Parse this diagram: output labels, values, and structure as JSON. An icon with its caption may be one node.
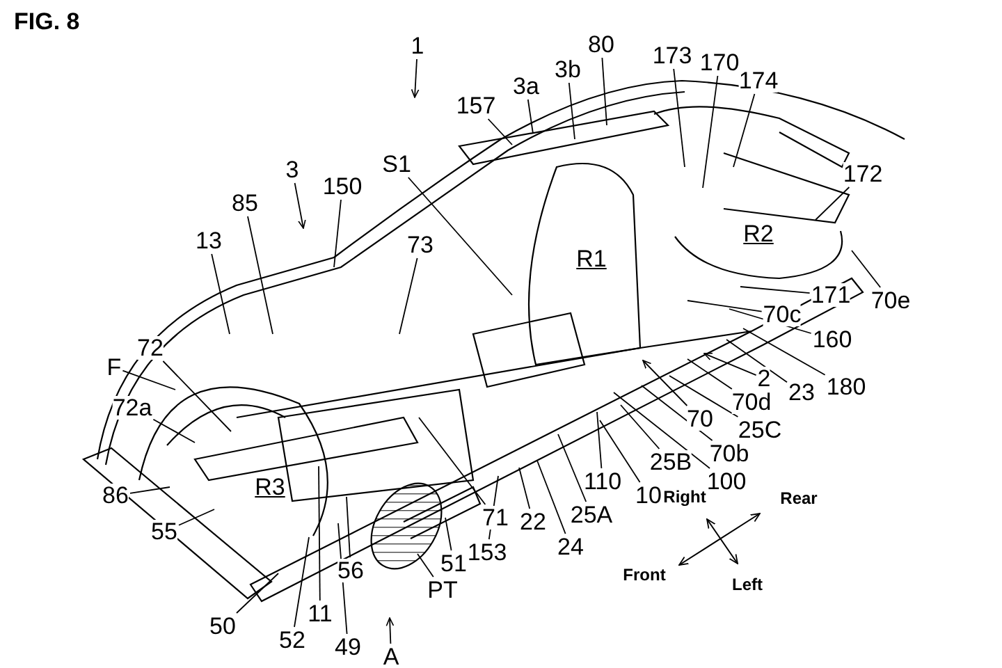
{
  "diagram": {
    "title": "FIG. 8",
    "nodes": [
      {
        "text": [
          "1"
        ]
      },
      {
        "text": [
          "157"
        ]
      },
      {
        "text": [
          "3a"
        ]
      },
      {
        "text": [
          "3b"
        ]
      },
      {
        "text": [
          "80"
        ]
      },
      {
        "text": [
          "173"
        ]
      },
      {
        "text": [
          "170"
        ]
      },
      {
        "text": [
          "174"
        ]
      },
      {
        "text": [
          "S1"
        ]
      },
      {
        "text": [
          "3"
        ]
      },
      {
        "text": [
          "150"
        ]
      },
      {
        "text": [
          "85"
        ]
      },
      {
        "text": [
          "13"
        ]
      },
      {
        "text": [
          "73"
        ]
      },
      {
        "text": [
          "172"
        ]
      },
      {
        "text": [
          "171"
        ]
      },
      {
        "text": [
          "70e"
        ]
      },
      {
        "text": [
          "70c"
        ]
      },
      {
        "text": [
          "160"
        ]
      },
      {
        "text": [
          "180"
        ]
      },
      {
        "text": [
          "23"
        ]
      },
      {
        "text": [
          "2"
        ]
      },
      {
        "text": [
          "70d"
        ]
      },
      {
        "text": [
          "70"
        ]
      },
      {
        "text": [
          "25C"
        ]
      },
      {
        "text": [
          "70b"
        ]
      },
      {
        "text": [
          "100"
        ]
      },
      {
        "text": [
          "25B"
        ]
      },
      {
        "text": [
          "110"
        ]
      },
      {
        "text": [
          "10"
        ]
      },
      {
        "text": [
          "25A"
        ]
      },
      {
        "text": [
          "22"
        ]
      },
      {
        "text": [
          "24"
        ]
      },
      {
        "text": [
          "153"
        ]
      },
      {
        "text": [
          "71"
        ]
      },
      {
        "text": [
          "51"
        ]
      },
      {
        "text": [
          "PT"
        ]
      },
      {
        "text": [
          "A"
        ]
      },
      {
        "text": [
          "56"
        ]
      },
      {
        "text": [
          "49"
        ]
      },
      {
        "text": [
          "11"
        ]
      },
      {
        "text": [
          "52"
        ]
      },
      {
        "text": [
          "50"
        ]
      },
      {
        "text": [
          "86"
        ]
      },
      {
        "text": [
          "55"
        ]
      },
      {
        "text": [
          "72a"
        ]
      },
      {
        "text": [
          "F"
        ]
      },
      {
        "text": [
          "72"
        ]
      }
    ],
    "edges": [
      {
        "from": 0,
        "to": null,
        "arrow": "to"
      },
      {
        "from": 1,
        "to": null,
        "arrow": "none"
      },
      {
        "from": 2,
        "to": null,
        "arrow": "none"
      },
      {
        "from": 3,
        "to": null,
        "arrow": "none"
      },
      {
        "from": 4,
        "to": null,
        "arrow": "none"
      },
      {
        "from": 5,
        "to": null,
        "arrow": "none"
      },
      {
        "from": 6,
        "to": null,
        "arrow": "none"
      },
      {
        "from": 7,
        "to": null,
        "arrow": "none"
      },
      {
        "from": 8,
        "to": null,
        "arrow": "none"
      },
      {
        "from": 9,
        "to": null,
        "arrow": "to"
      },
      {
        "from": 10,
        "to": null,
        "arrow": "none"
      },
      {
        "from": 11,
        "to": null,
        "arrow": "none"
      },
      {
        "from": 12,
        "to": null,
        "arrow": "none"
      },
      {
        "from": 13,
        "to": null,
        "arrow": "none"
      },
      {
        "from": 14,
        "to": null,
        "arrow": "none"
      },
      {
        "from": 15,
        "to": null,
        "arrow": "none"
      },
      {
        "from": 16,
        "to": null,
        "arrow": "none"
      },
      {
        "from": 17,
        "to": null,
        "arrow": "none"
      },
      {
        "from": 18,
        "to": null,
        "arrow": "none"
      },
      {
        "from": 19,
        "to": null,
        "arrow": "none"
      },
      {
        "from": 20,
        "to": null,
        "arrow": "none"
      },
      {
        "from": 21,
        "to": null,
        "arrow": "to"
      },
      {
        "from": 22,
        "to": null,
        "arrow": "none"
      },
      {
        "from": 23,
        "to": null,
        "arrow": "to"
      },
      {
        "from": 24,
        "to": null,
        "arrow": "none"
      },
      {
        "from": 25,
        "to": null,
        "arrow": "none"
      },
      {
        "from": 26,
        "to": null,
        "arrow": "none"
      },
      {
        "from": 27,
        "to": null,
        "arrow": "none"
      },
      {
        "from": 28,
        "to": null,
        "arrow": "none"
      },
      {
        "from": 29,
        "to": null,
        "arrow": "none"
      },
      {
        "from": 30,
        "to": null,
        "arrow": "none"
      },
      {
        "from": 31,
        "to": null,
        "arrow": "none"
      },
      {
        "from": 32,
        "to": null,
        "arrow": "none"
      },
      {
        "from": 33,
        "to": null,
        "arrow": "none"
      },
      {
        "from": 34,
        "to": null,
        "arrow": "none"
      },
      {
        "from": 35,
        "to": null,
        "arrow": "none"
      },
      {
        "from": 36,
        "to": null,
        "arrow": "none"
      },
      {
        "from": 37,
        "to": null,
        "arrow": "to"
      },
      {
        "from": 38,
        "to": null,
        "arrow": "none"
      },
      {
        "from": 39,
        "to": null,
        "arrow": "none"
      },
      {
        "from": 40,
        "to": null,
        "arrow": "none"
      },
      {
        "from": 41,
        "to": null,
        "arrow": "none"
      },
      {
        "from": 42,
        "to": null,
        "arrow": "none"
      },
      {
        "from": 43,
        "to": null,
        "arrow": "none"
      },
      {
        "from": 44,
        "to": null,
        "arrow": "none"
      },
      {
        "from": 45,
        "to": null,
        "arrow": "none"
      },
      {
        "from": 46,
        "to": null,
        "arrow": "none"
      },
      {
        "from": 47,
        "to": null,
        "arrow": "none"
      }
    ],
    "labels": [
      "R1",
      "R2",
      "R3",
      "Right",
      "Rear",
      "Front",
      "Left"
    ]
  }
}
